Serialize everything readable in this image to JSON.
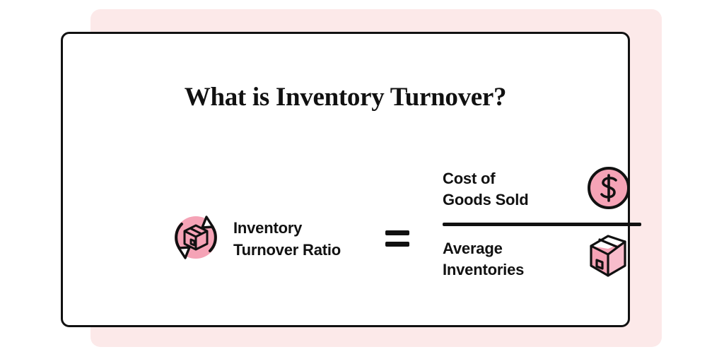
{
  "card": {
    "title": "What is Inventory Turnover?"
  },
  "formula": {
    "left_term": {
      "icon": "inventory-rotation-icon",
      "label_line1": "Inventory",
      "label_line2": "Turnover Ratio"
    },
    "operator": "=",
    "numerator": {
      "label_line1": "Cost of",
      "label_line2": "Goods Sold",
      "icon": "dollar-coin-icon"
    },
    "denominator": {
      "label_line1": "Average",
      "label_line2": "Inventories",
      "icon": "cardboard-box-icon"
    }
  },
  "colors": {
    "backdrop_pink": "#fce9e9",
    "icon_pink": "#f5a3b6",
    "icon_pink_light": "#f8bccb",
    "outline": "#111111",
    "card_background": "#ffffff"
  }
}
